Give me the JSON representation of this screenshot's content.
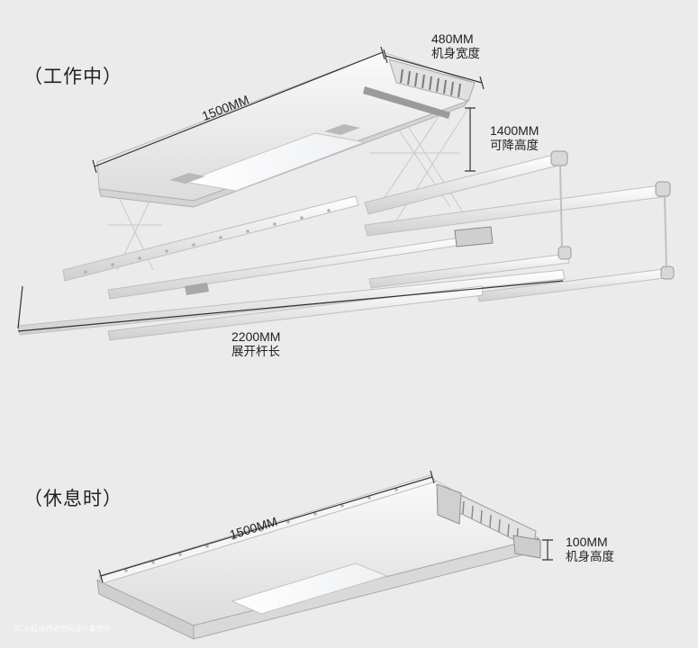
{
  "states": {
    "working": "（工作中）",
    "resting": "（休息时）"
  },
  "dimensions": {
    "top_length": "1500MM",
    "width_value": "480MM",
    "width_label": "机身宽度",
    "lift_value": "1400MM",
    "lift_label": "可降高度",
    "rod_value": "2200MM",
    "rod_label": "展开杆长",
    "bottom_length": "1500MM",
    "body_height_value": "100MM",
    "body_height_label": "机身高度"
  },
  "watermark": "IC.小红@西谷空间设计事务所",
  "colors": {
    "background": "#ebebeb",
    "body": "#f7f7f7",
    "edge": "#bcbcbc",
    "line": "#333333"
  }
}
